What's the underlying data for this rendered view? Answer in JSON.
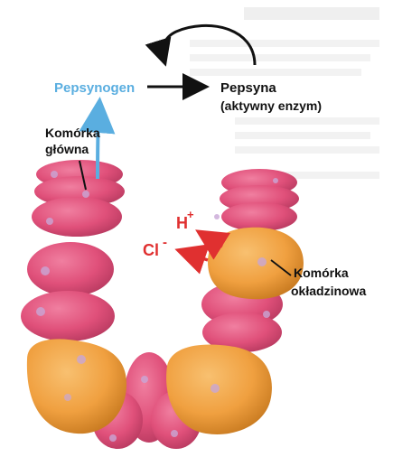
{
  "labels": {
    "pepsynogen": "Pepsynogen",
    "pepsyna": "Pepsyna",
    "aktywny_enzym": "(aktywny enzym)",
    "komorka_glowna_1": "Komórka",
    "komorka_glowna_2": "główna",
    "h_ion": "H",
    "h_charge": "+",
    "cl_ion": "Cl",
    "cl_charge": "-",
    "komorka_okladzinowa_1": "Komórka",
    "komorka_okladzinowa_2": "okładzinowa"
  },
  "colors": {
    "pink_cell": "#e0507a",
    "pink_cell_dark": "#b83a60",
    "pink_nucleus": "#c8a6d6",
    "orange_cell": "#f0a040",
    "orange_cell_dark": "#c87a20",
    "blue_arrow": "#5aaee0",
    "red_arrow": "#e03030",
    "black": "#111111"
  }
}
